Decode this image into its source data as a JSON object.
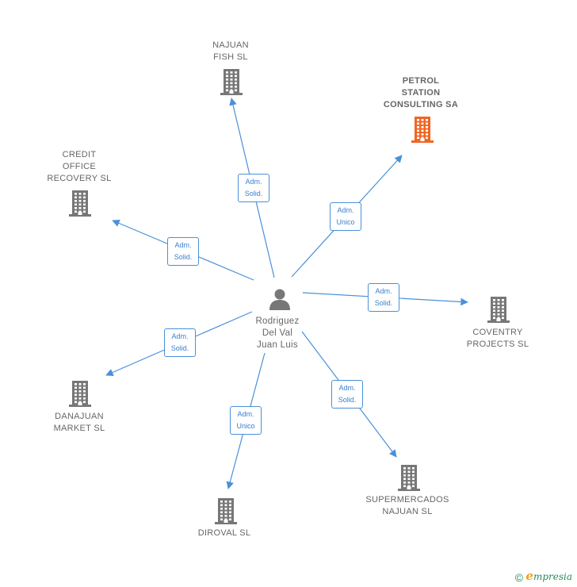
{
  "colors": {
    "edge": "#4a90d9",
    "building": "#777777",
    "building_highlight": "#f26522",
    "person": "#777777",
    "label": "#666666"
  },
  "center": {
    "name": "Rodriguez\nDel Val\nJuan Luis",
    "icon": "person-icon"
  },
  "companies": [
    {
      "id": "najuan-fish",
      "name": "NAJUAN\nFISH  SL",
      "relation": "Adm.\nSolid.",
      "highlight": false
    },
    {
      "id": "petrol-station",
      "name": "PETROL\nSTATION\nCONSULTING SA",
      "relation": "Adm.\nUnico",
      "highlight": true
    },
    {
      "id": "credit-office",
      "name": "CREDIT\nOFFICE\nRECOVERY  SL",
      "relation": "Adm.\nSolid.",
      "highlight": false
    },
    {
      "id": "coventry",
      "name": "COVENTRY\nPROJECTS SL",
      "relation": "Adm.\nSolid.",
      "highlight": false
    },
    {
      "id": "danajuan",
      "name": "DANAJUAN\nMARKET  SL",
      "relation": "Adm.\nSolid.",
      "highlight": false
    },
    {
      "id": "supermercados",
      "name": "SUPERMERCADOS\nNAJUAN  SL",
      "relation": "Adm.\nSolid.",
      "highlight": false
    },
    {
      "id": "diroval",
      "name": "DIROVAL SL",
      "relation": "Adm.\nUnico",
      "highlight": false
    }
  ],
  "footer": {
    "copyright": "©",
    "brand_initial": "e",
    "brand_rest": "mpresia"
  }
}
